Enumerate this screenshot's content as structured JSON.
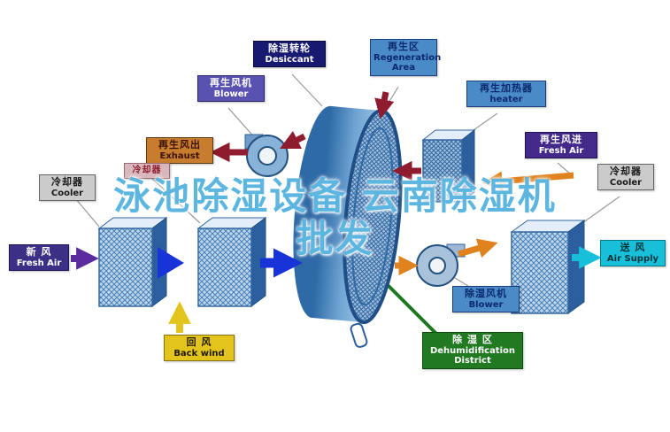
{
  "watermark": {
    "line1": "泳池除湿设备 云南除湿机",
    "line2": "批发"
  },
  "labels": {
    "desiccant": {
      "zh": "除湿转轮",
      "en": "Desiccant"
    },
    "regen_area": {
      "zh": "再生区",
      "en": "Regeneration Area"
    },
    "regen_blower": {
      "zh": "再生风机",
      "en": "Blower"
    },
    "heater": {
      "zh": "再生加热器",
      "en": "heater"
    },
    "exhaust": {
      "zh": "再生风出",
      "en": "Exhaust"
    },
    "cooler_left": {
      "zh": "冷却器",
      "en": "Cooler"
    },
    "cooler_small": {
      "zh": "冷却器"
    },
    "fresh_air_left": {
      "zh": "新 风",
      "en": "Fresh Air"
    },
    "back_wind": {
      "zh": "回 风",
      "en": "Back wind"
    },
    "regen_fresh_air": {
      "zh": "再生风进",
      "en": "Fresh Air"
    },
    "cooler_right": {
      "zh": "冷却器",
      "en": "Cooler"
    },
    "air_supply": {
      "zh": "送 风",
      "en": "Air Supply"
    },
    "dehumid_blower": {
      "zh": "除湿风机",
      "en": "Blower"
    },
    "dehumid_district": {
      "zh": "除 湿 区",
      "en": "Dehumidification District"
    }
  },
  "colors": {
    "watermark": "#3fa9db",
    "process_air_blue": "#1834d8",
    "regeneration_air_maroon": "#8e1b2e",
    "warm_air_orange": "#e0821e",
    "supply_air_cyan": "#17c0d8",
    "return_air_yellow": "#e3c41c",
    "fresh_air_purple": "#5a2d9e",
    "district_green": "#217a21",
    "rotor_blue": "#2e6aa6"
  }
}
